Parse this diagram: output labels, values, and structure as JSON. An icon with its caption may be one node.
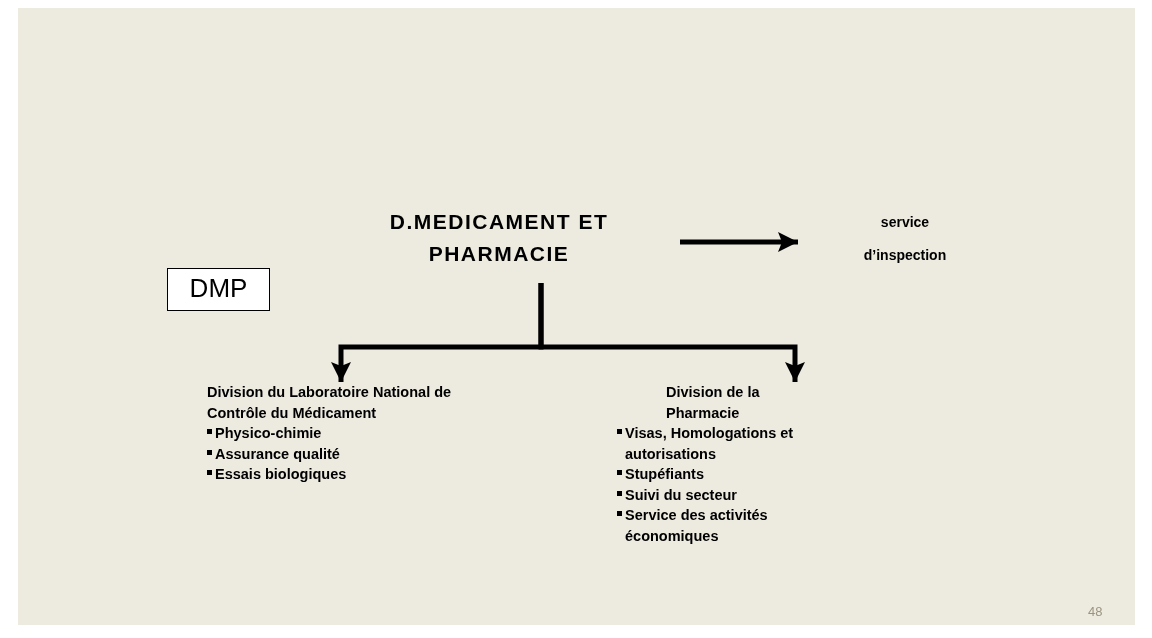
{
  "diagram": {
    "nodes": [
      {
        "text": [
          "DMP"
        ]
      },
      {
        "text": [
          "D.MEDICAMENT ET PHARMACIE"
        ]
      },
      {
        "text": [
          "service d’inspection"
        ]
      },
      {
        "text": [
          "Division du Laboratoire National de Contrôle du Médicament",
          "Physico-chimie",
          "Assurance qualité",
          "Essais biologiques"
        ]
      },
      {
        "text": [
          "Division de la Pharmacie",
          "Visas, Homologations et autorisations",
          "Stupéfiants",
          "Suivi du secteur",
          "Service des activités économiques"
        ]
      }
    ],
    "edges": [
      {
        "from": 1,
        "to": 2,
        "arrow": "to"
      },
      {
        "from": 1,
        "to": 3,
        "arrow": "to"
      },
      {
        "from": 1,
        "to": 4,
        "arrow": "to"
      }
    ],
    "labels": [
      "48"
    ]
  }
}
